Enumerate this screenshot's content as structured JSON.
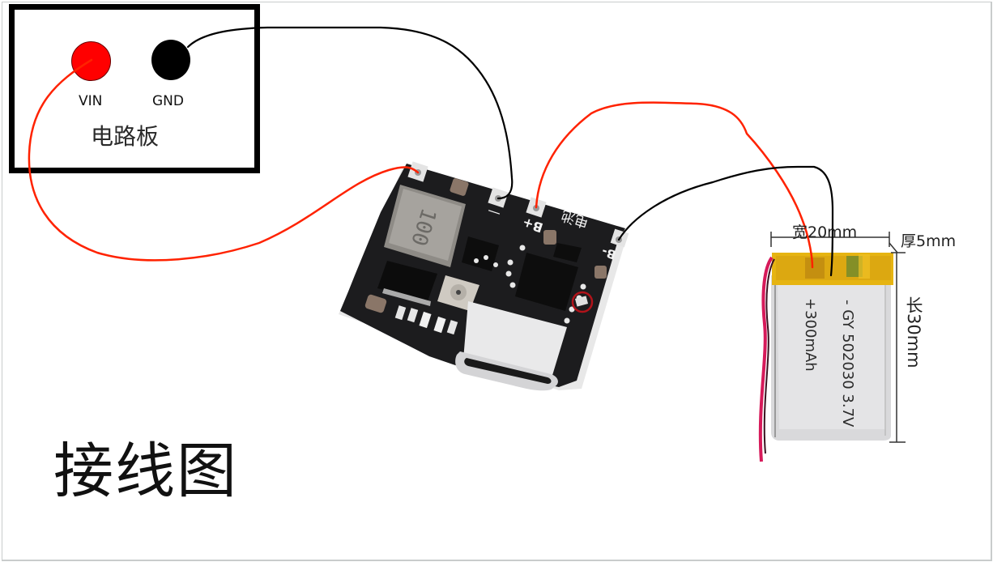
{
  "diagram": {
    "title": "接线图",
    "circuit_board": {
      "label": "电路板",
      "pins": [
        {
          "name": "VIN",
          "color": "#ff0000"
        },
        {
          "name": "GND",
          "color": "#000000"
        }
      ]
    },
    "charger_module": {
      "pad_labels": [
        "—",
        "B+",
        "电池",
        "B-"
      ],
      "inductor_marking": "100"
    },
    "battery": {
      "model_text": "- GY 502030 3.7V",
      "capacity_text": "+300mAh",
      "dimensions": {
        "width": "宽20mm",
        "thickness": "厚5mm",
        "length": "长30mm"
      }
    },
    "wires": [
      {
        "from": "VIN",
        "to": "charger OUT+",
        "color": "#ff2200"
      },
      {
        "from": "GND",
        "to": "charger OUT-",
        "color": "#000000"
      },
      {
        "from": "charger B+",
        "to": "battery +",
        "color": "#ff2200"
      },
      {
        "from": "charger B-",
        "to": "battery -",
        "color": "#000000"
      }
    ],
    "colors": {
      "red_wire": "#ff2200",
      "black_wire": "#000000",
      "pcb": "#1c1c1e",
      "battery_tape": "#e8b80e",
      "battery_body": "#dcdcdc"
    }
  }
}
